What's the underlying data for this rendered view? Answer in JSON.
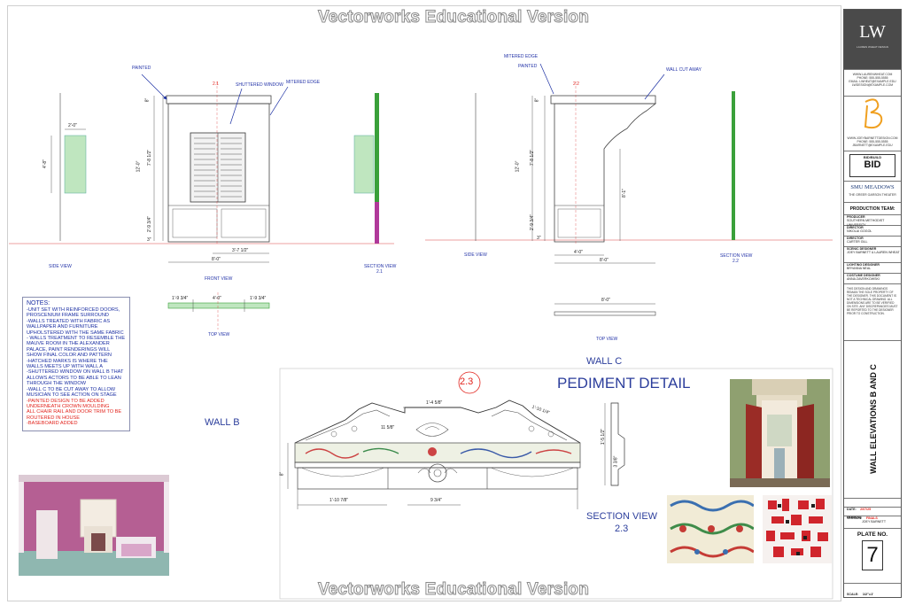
{
  "watermark": {
    "top": "Vectorworks Educational Version",
    "bottom": "Vectorworks Educational Version"
  },
  "wall_b": {
    "title": "WALL B",
    "callouts": {
      "painted": "PAINTED",
      "shuttered_window": "SHUTTERED WINDOW",
      "mitered_edge": "MITERED EDGE"
    },
    "views": {
      "side": "SIDE VIEW",
      "front": "FRONT VIEW",
      "section": "SECTION VIEW",
      "section_no": "2.1",
      "top": "TOP VIEW"
    },
    "dims": {
      "side_width": "2'-0\"",
      "side_height": "4'-8\"",
      "crown": "8\"",
      "overall_h": "12'-0\"",
      "upper_h": "7'-8 1/2\"",
      "lower_h": "2'-9 3/4\"",
      "base": "3\"",
      "left_offset": "3'-7 1/2\"",
      "total_w": "8'-0\"",
      "mark": "2.1",
      "top_left": "1'-9 3/4\"",
      "top_mid": "4'-0\"",
      "top_right": "1'-9 3/4\""
    }
  },
  "wall_c": {
    "title": "WALL C",
    "callouts": {
      "mitered_edge": "MITERED EDGE",
      "painted": "PAINTED",
      "wall_cut_away": "WALL CUT AWAY"
    },
    "views": {
      "side": "SIDE VIEW",
      "section": "SECTION VIEW",
      "section_no": "2.2",
      "top": "TOP VIEW"
    },
    "dims": {
      "crown": "8\"",
      "overall_h": "12'-0\"",
      "upper_h": "7'-8 1/2\"",
      "lower_h": "2'-9 3/4\"",
      "base": "3\"",
      "cut_h": "8'-1\"",
      "door_w": "4'-0\"",
      "total_w": "8'-0\"",
      "top_w": "8'-0\"",
      "mark": "2.2"
    }
  },
  "notes": {
    "title": "NOTES:",
    "items": [
      "-UNIT SET WITH REINFORCED DOORS, PROSCENIUM FRAME SURROUND",
      "-WALLS TREATED WITH FABRIC AS WALLPAPER AND FURNITURE UPHOLSTERED WITH THE SAME FABRIC",
      "- WALLS TREATMENT TO RESEMBLE THE MAUVE ROOM IN THE ALEXANDER PALACE, PAINT RENDERINGS WILL SHOW FINAL COLOR AND PATTERN",
      "-HATCHED MARKS IS WHERE THE WALLS MEETS UP WITH WALL A",
      "-SHUTTERED WINDOW ON WALL B THAT ALLOWS  ACTORS TO BE ABLE TO LEAN THROUGH THE WINDOW",
      "-WALL C TO BE CUT AWAY TO ALLOW MUSICIAN TO SEE ACTION ON STAGE"
    ],
    "red_items": [
      "-PAINTED DESIGN TO BE ADDED UNDERNEATH CROWN MOULDING",
      "ALL CHAIR RAIL AND DOOR TRIM TO BE ROUTERED IN HOUSE",
      "-BASEBOARD ADDED"
    ]
  },
  "pediment": {
    "title": "PEDIMENT DETAIL",
    "mark": "2.3",
    "section_title": "SECTION VIEW",
    "section_no": "2.3",
    "dims": {
      "top_w": "1'-4 5/8\"",
      "slope": "1'-10 1/4\"",
      "inner": "11 5/8\"",
      "height": "1'-5 1/2\"",
      "depth": "3 3/8\"",
      "side": "8\"",
      "left_w": "1'-10 7/8\"",
      "mid_w": "9 3/4\""
    }
  },
  "title_block": {
    "logo_letters": "LW",
    "logo_sub": "LAUREN WHEAT DESIGN",
    "designer_info": [
      "WWW.LAURENWHEAT.COM",
      "PHONE: 555-555-5555",
      "EMAIL: LWHEAT@EXAMPLE.EDU",
      "LWDESIGN@EXAMPLE.COM"
    ],
    "second_info": [
      "WWW.JOEYBARNETTDESIGN.COM",
      "PHONE: 555-555-5555",
      "JBARNETT@EXAMPLE.EDU"
    ],
    "bid_label": "BID/BUILD",
    "bid_value": "BID",
    "school": "SMU MEADOWS",
    "theater": "THE GREER GARSON THEATER",
    "production_team": "PRODUCTION TEAM:",
    "team": [
      {
        "role": "PRODUCER",
        "name": "SOUTHERN METHODIST UNIVERSITY"
      },
      {
        "role": "DIRECTOR",
        "name": "NIKOLAI GOGOL"
      },
      {
        "role": "DIRECTOR",
        "name": "CARTER GILL"
      },
      {
        "role": "SCENIC DESIGNER",
        "name": "JOEY BARNETT & LAUREN WHEAT"
      },
      {
        "role": "LIGHTING DESIGNER",
        "name": "BRYANNA NEAL"
      },
      {
        "role": "COSTUME DESIGNER",
        "name": "ANNA ZAVERKOWSKI"
      }
    ],
    "disclaimer": "THIS DESIGN AND DRAWINGS REMAIN THE SOLE PROPERTY OF THE DESIGNER. THIS DOCUMENT IS NOT A TECHNICAL DRAWING. ALL DIMENSIONS ARE TO BE VERIFIED ON SITE. ANY DISCREPANCIES MUST BE REPORTED TO THE DESIGNER PRIOR TO CONSTRUCTION.",
    "sheet_title": "WALL ELEVATIONS B AND C",
    "date_label": "DATE:",
    "date_value": "2/07/25",
    "version_label": "VERSION:",
    "version_value": "FINALS",
    "drawn_label": "DRAWN BY:",
    "drawn_value": "JOEY BARNETT",
    "plate_label": "PLATE NO.",
    "plate_value": "7",
    "scale_label": "SCALE:",
    "scale_value": "1/2\"=1'"
  },
  "colors": {
    "ink_blue": "#1b2fa3",
    "red": "#e2241d",
    "green": "#3aa03a",
    "magenta": "#b0399a"
  }
}
